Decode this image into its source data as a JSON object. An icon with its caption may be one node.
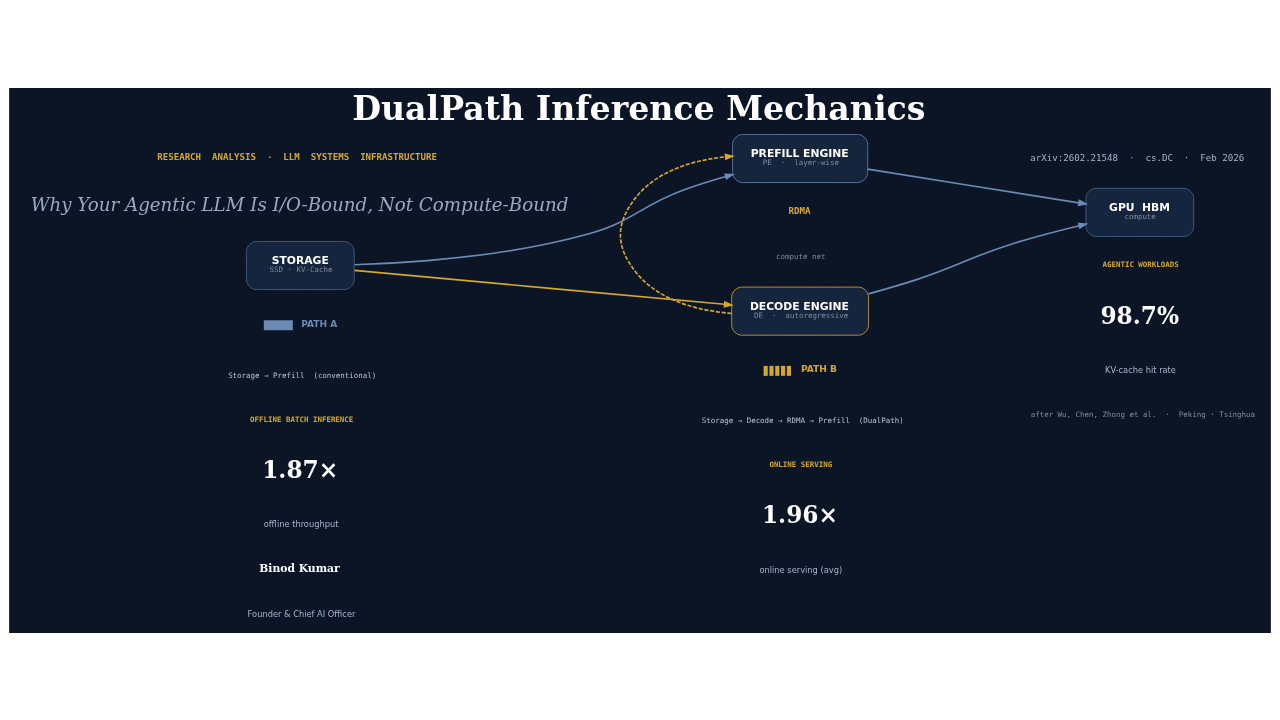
{
  "diagram": {
    "title": "DualPath Inference Mechanics",
    "nodes": [
      {
        "text": [
          "STORAGE",
          "SSD · KV-Cache"
        ]
      },
      {
        "text": [
          "PREFILL ENGINE",
          "PE  ·  layer-wise"
        ]
      },
      {
        "text": [
          "DECODE ENGINE",
          "DE  ·  autoregressive"
        ]
      },
      {
        "text": [
          "GPU  HBM",
          "compute"
        ]
      }
    ],
    "edges": [
      {
        "from": 0,
        "to": 1,
        "arrow": "to"
      },
      {
        "from": 0,
        "to": 2,
        "arrow": "to",
        "color": "#d4a82a"
      },
      {
        "from": 2,
        "to": 1,
        "arrow": "to",
        "style": "dashed",
        "color": "#d4a82a"
      },
      {
        "from": 1,
        "to": 3,
        "arrow": "to"
      },
      {
        "from": 2,
        "to": 3,
        "arrow": "to"
      }
    ],
    "labels": [
      "RESEARCH  ANALYSIS  ·  LLM  SYSTEMS  INFRASTRUCTURE",
      "arXiv:2602.21548  ·  cs.DC  ·  Feb 2026",
      "Why Your Agentic LLM Is I/O-Bound, Not Compute-Bound",
      "RDMA",
      "compute net",
      "Storage → Prefill  (conventional)",
      "Storage → Decode → RDMA → Prefill  (DualPath)",
      "OFFLINE BATCH INFERENCE",
      "1.87×",
      "offline throughput",
      "ONLINE SERVING",
      "1.96×",
      "online serving (avg)",
      "AGENTIC WORKLOADS",
      "98.7%",
      "KV-cache hit rate",
      "Binod Kumar",
      "Founder & Chief AI Officer",
      "after Wu, Chen, Zhong et al.  ·  Peking · Tsinghua"
    ],
    "legend": [
      {
        "text": "PATH A"
      },
      {
        "text": "PATH B"
      }
    ]
  }
}
